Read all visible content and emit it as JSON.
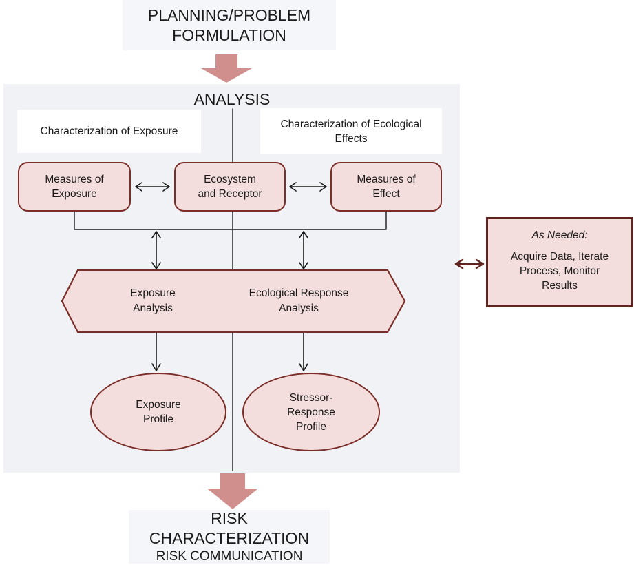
{
  "colors": {
    "panel_bg": "#f1f2f5",
    "box_bg": "#f5f6f9",
    "pink_fill": "#f4dedd",
    "dark_red": "#7b2d28",
    "darker_red": "#5f2320",
    "arrow_pink": "#d08e8c",
    "line_black": "#1a1a1a"
  },
  "planning_box": {
    "lines": [
      "PLANNING/PROBLEM",
      "FORMULATION"
    ]
  },
  "analysis_panel": {
    "title": "ANALYSIS",
    "characterization_exposure": {
      "lines": [
        "Characterization of Exposure"
      ]
    },
    "characterization_effects": {
      "lines": [
        "Characterization of Ecological",
        "Effects"
      ]
    },
    "measures_of_exposure": {
      "lines": [
        "Measures of",
        "Exposure"
      ]
    },
    "ecosystem_receptor": {
      "lines": [
        "Ecosystem",
        "and Receptor"
      ]
    },
    "measures_of_effect": {
      "lines": [
        "Measures of",
        "Effect"
      ]
    },
    "exposure_analysis": {
      "lines": [
        "Exposure",
        "Analysis"
      ]
    },
    "ecological_response_analysis": {
      "lines": [
        "Ecological Response",
        "Analysis"
      ]
    },
    "exposure_profile": {
      "lines": [
        "Exposure",
        "Profile"
      ]
    },
    "stressor_response_profile": {
      "lines": [
        "Stressor-",
        "Response",
        "Profile"
      ]
    }
  },
  "as_needed_box": {
    "title": "As Needed:",
    "body_lines": [
      "Acquire Data, Iterate",
      "Process, Monitor",
      "Results"
    ]
  },
  "risk_box": {
    "lines": [
      "RISK CHARACTERIZATION",
      "RISK COMMUNICATION"
    ]
  }
}
